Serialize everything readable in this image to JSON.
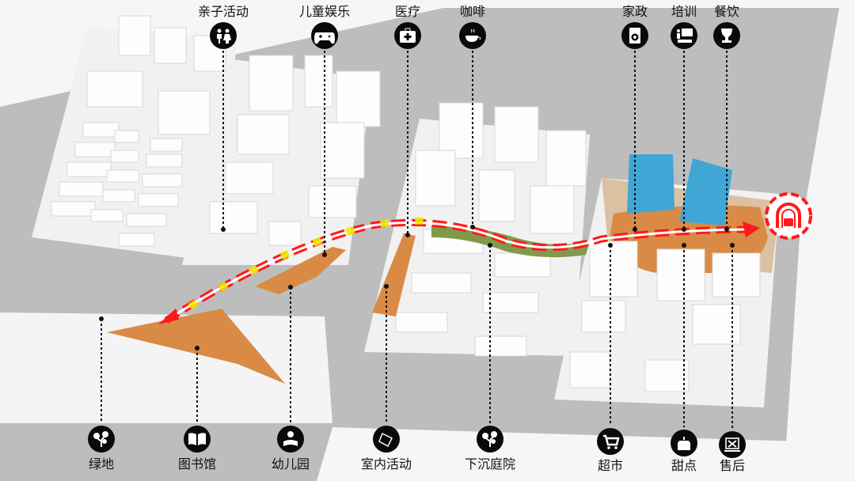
{
  "top_labels": [
    {
      "label": "亲子活动",
      "icon": "parent-child-icon"
    },
    {
      "label": "儿童娱乐",
      "icon": "gamepad-icon"
    },
    {
      "label": "医疗",
      "icon": "medical-kit-icon"
    },
    {
      "label": "咖啡",
      "icon": "coffee-cup-icon"
    },
    {
      "label": "家政",
      "icon": "washing-machine-icon"
    },
    {
      "label": "培训",
      "icon": "training-icon"
    },
    {
      "label": "餐饮",
      "icon": "drink-icon"
    }
  ],
  "bottom_labels": [
    {
      "label": "绿地",
      "icon": "tree-icon"
    },
    {
      "label": "图书馆",
      "icon": "book-icon"
    },
    {
      "label": "幼儿园",
      "icon": "child-reading-icon"
    },
    {
      "label": "室内活动",
      "icon": "indoor-activity-icon"
    },
    {
      "label": "下沉庭院",
      "icon": "tree-icon"
    },
    {
      "label": "超市",
      "icon": "shopping-cart-icon"
    },
    {
      "label": "甜点",
      "icon": "cake-icon"
    },
    {
      "label": "售后",
      "icon": "repair-tools-icon"
    }
  ],
  "colors": {
    "road": "#bdbdbd",
    "plot": "#f1f1f1",
    "commercial": "#d98b45",
    "tower": "#3fa6d6",
    "route": "#ff1a1a",
    "route_highlight": "#f2e600",
    "green": "#7f9a4a"
  },
  "metro_icon": "metro-station-icon"
}
